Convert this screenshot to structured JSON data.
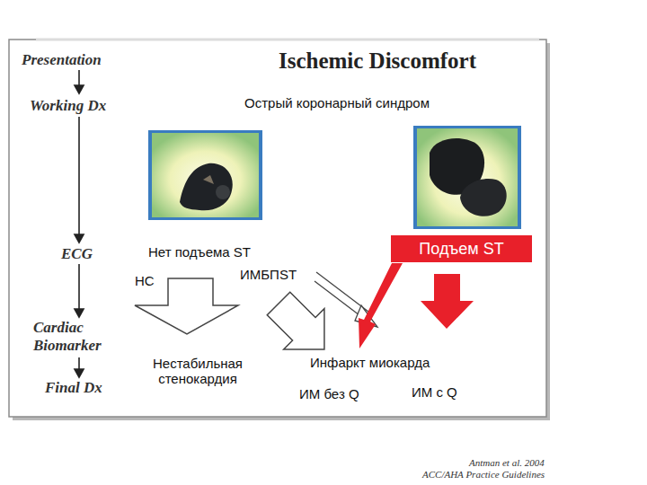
{
  "diagram": {
    "title": "Ischemic Discomfort",
    "nodes": [
      {
        "text": [
          "Подъем ST"
        ]
      }
    ],
    "labels": [
      "Presentation",
      "Working Dx",
      "ECG",
      "Cardiac Biomarker",
      "Final Dx",
      "Острый коронарный синдром",
      "Нет подъема ST",
      "НС",
      "ИМБПST",
      "Нестабильная стенокардия",
      "Инфаркт миокарда",
      "ИМ без Q",
      "ИМ с Q",
      "Antman et al. 2004",
      "ACC/AHA Practice Guidelines"
    ]
  }
}
